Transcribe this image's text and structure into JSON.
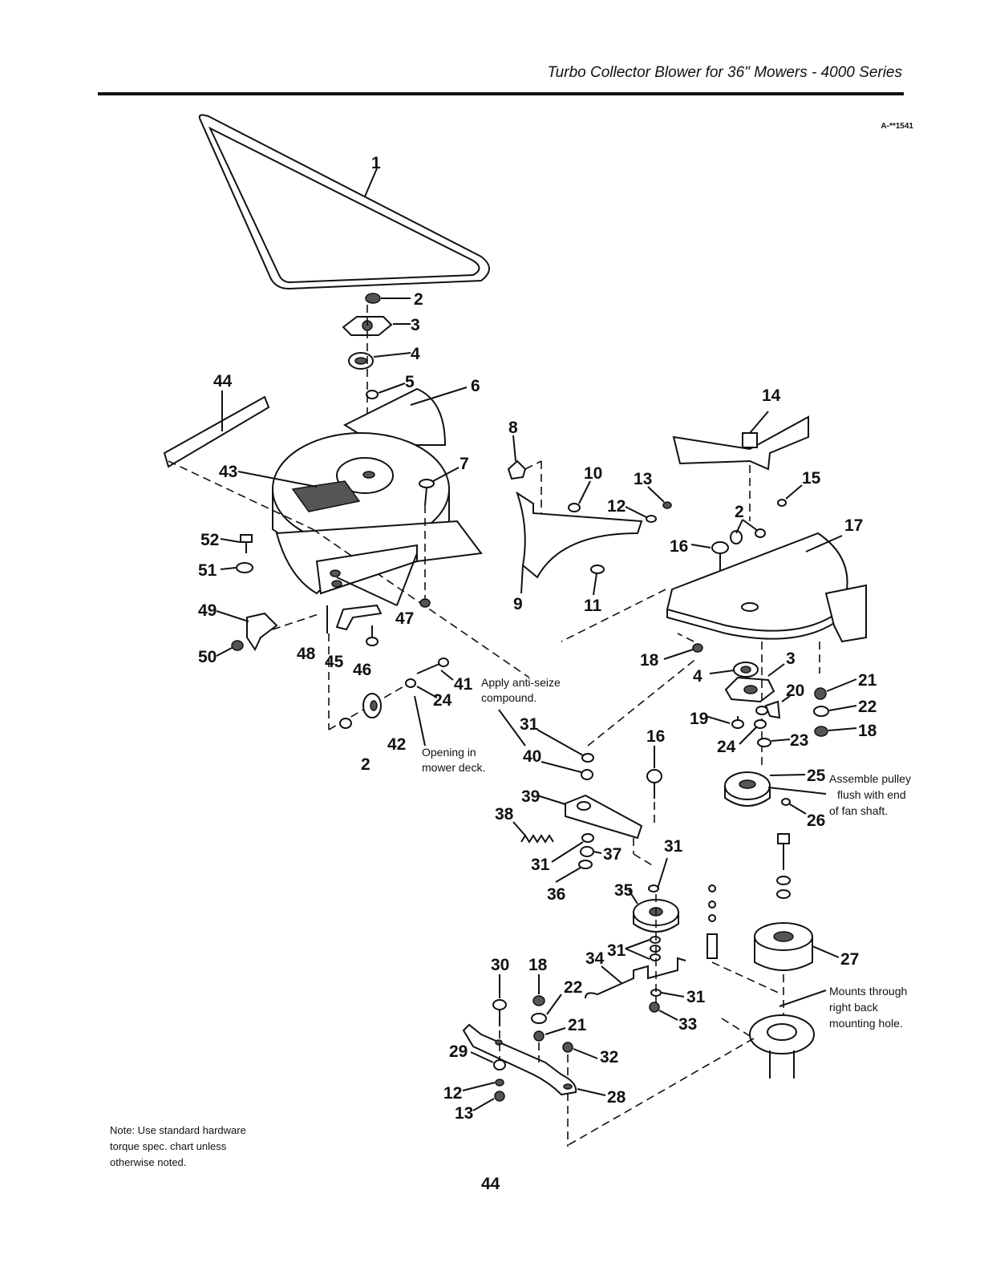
{
  "header": {
    "title": "Turbo Collector Blower for 36\" Mowers - 4000 Series",
    "figure_code": "A-**1541"
  },
  "callouts": [
    "1",
    "2",
    "3",
    "4",
    "5",
    "6",
    "7",
    "8",
    "9",
    "10",
    "11",
    "12",
    "13",
    "14",
    "15",
    "16",
    "17",
    "18",
    "19",
    "20",
    "21",
    "22",
    "23",
    "24",
    "25",
    "26",
    "27",
    "28",
    "29",
    "30",
    "31",
    "32",
    "33",
    "34",
    "35",
    "36",
    "37",
    "38",
    "39",
    "40",
    "41",
    "42",
    "43",
    "44",
    "45",
    "46",
    "47",
    "48",
    "49",
    "50",
    "51",
    "52"
  ],
  "notes": {
    "anti_seize": [
      "Apply anti-seize",
      "compound."
    ],
    "opening": [
      "Opening in",
      "mower deck."
    ],
    "pulley": [
      "Assemble pulley",
      "flush with end",
      "of fan shaft."
    ],
    "mounts": [
      "Mounts through",
      "right back",
      "mounting hole."
    ]
  },
  "footer": {
    "note_lines": [
      "Note: Use standard hardware",
      "torque spec. chart unless",
      "otherwise noted."
    ],
    "page_number": "44"
  }
}
